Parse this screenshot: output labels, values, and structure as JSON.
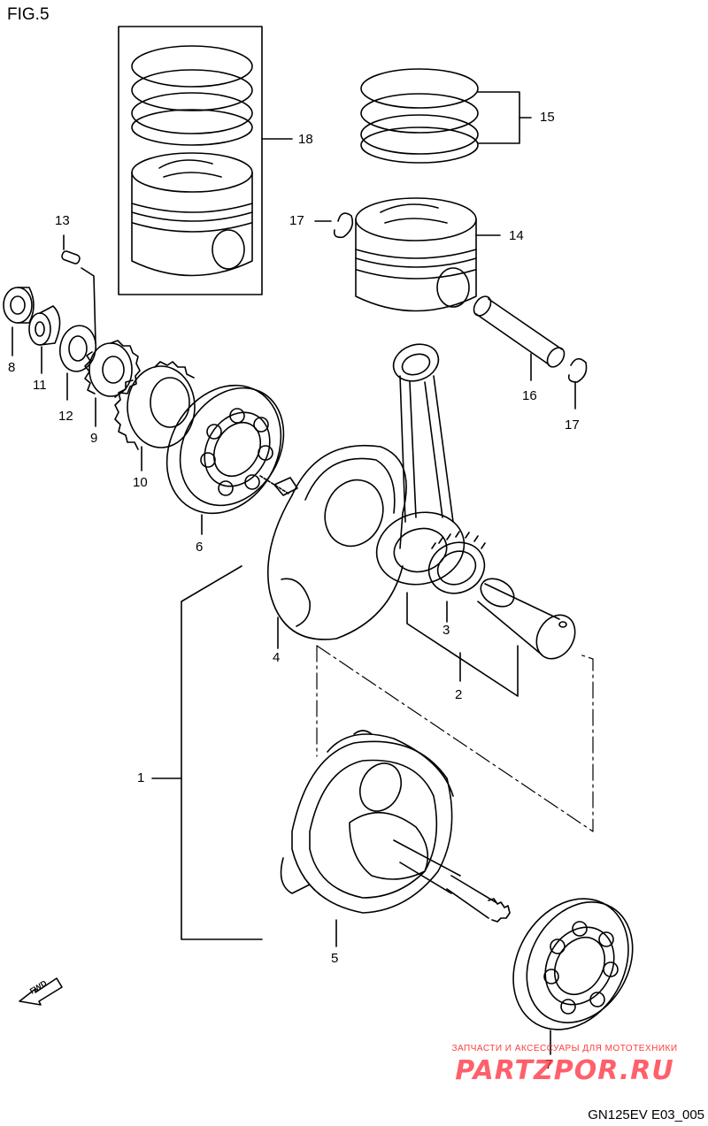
{
  "figure": {
    "title": "FIG.5",
    "code": "GN125EV E03_005"
  },
  "fwd_label": "FWD",
  "callouts": [
    "1",
    "2",
    "3",
    "4",
    "5",
    "6",
    "7",
    "8",
    "9",
    "10",
    "11",
    "12",
    "13",
    "14",
    "15",
    "16",
    "17",
    "17",
    "18"
  ],
  "watermark": {
    "line1": "ЗАПЧАСТИ И АКСЕССУАРЫ ДЛЯ МОТОТЕХНИКИ",
    "logo": "PARTZPOR.RU"
  },
  "colors": {
    "line": "#000000",
    "watermark": "#ff2b3a",
    "background": "#ffffff"
  }
}
